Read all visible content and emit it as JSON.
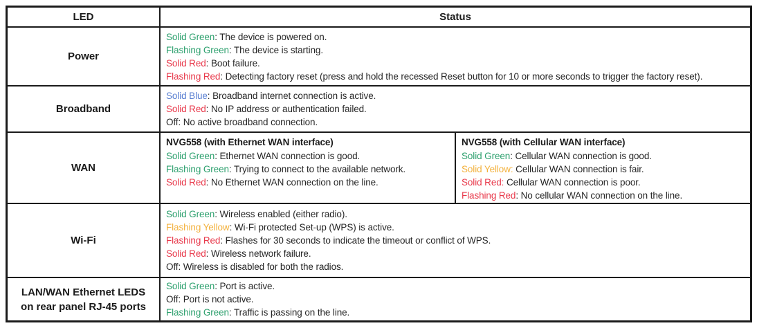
{
  "header": {
    "led": "LED",
    "status": "Status"
  },
  "colors": {
    "green": "#2da06e",
    "red": "#e8394b",
    "blue": "#597fd1",
    "yellow": "#f3b13c",
    "text": "#262626",
    "border": "#1a1a1a"
  },
  "rows": {
    "power": {
      "led": "Power",
      "lines": [
        {
          "label": "Solid Green",
          "rest": ": The device is powered on.",
          "color": "#2da06e"
        },
        {
          "label": "Flashing Green",
          "rest": ": The device is starting.",
          "color": "#2da06e"
        },
        {
          "label": "Solid Red",
          "rest": ": Boot failure.",
          "color": "#e8394b"
        },
        {
          "label": "Flashing Red",
          "rest": ": Detecting factory reset (press and hold the recessed Reset button for 10 or more seconds to trigger the factory reset).",
          "color": "#e8394b"
        }
      ]
    },
    "broadband": {
      "led": "Broadband",
      "lines": [
        {
          "label": "Solid Blue",
          "rest": ": Broadband internet connection is active.",
          "color": "#597fd1"
        },
        {
          "label": "Solid Red",
          "rest": ": No IP address or authentication failed.",
          "color": "#e8394b"
        },
        {
          "label": "Off",
          "rest": ": No active broadband connection.",
          "color": "#262626"
        }
      ]
    },
    "wan": {
      "led": "WAN",
      "ethernet": {
        "title": "NVG558 (with Ethernet WAN interface)",
        "lines": [
          {
            "label": "Solid Green",
            "rest": ": Ethernet WAN connection is good.",
            "color": "#2da06e"
          },
          {
            "label": "Flashing Green",
            "rest": ": Trying to connect to the available network.",
            "color": "#2da06e"
          },
          {
            "label": "Solid Red",
            "rest": ": No Ethernet WAN connection on the line.",
            "color": "#e8394b"
          }
        ]
      },
      "cellular": {
        "title": "NVG558 (with Cellular WAN interface)",
        "lines": [
          {
            "label": "Solid Green",
            "rest": ": Cellular WAN connection is good.",
            "color": "#2da06e"
          },
          {
            "label": "Solid Yellow:",
            "rest": " Cellular WAN connection is fair.",
            "color": "#f3b13c"
          },
          {
            "label": "Solid Red:",
            "rest": " Cellular WAN connection is poor.",
            "color": "#e8394b"
          },
          {
            "label": "Flashing Red",
            "rest": ": No cellular WAN connection on the line.",
            "color": "#e8394b"
          }
        ]
      }
    },
    "wifi": {
      "led": "Wi-Fi",
      "lines": [
        {
          "label": "Solid Green",
          "rest": ": Wireless enabled (either radio).",
          "color": "#2da06e"
        },
        {
          "label": "Flashing Yellow",
          "rest": ": Wi-Fi protected Set-up (WPS) is active.",
          "color": "#f3b13c"
        },
        {
          "label": "Flashing Red",
          "rest": ": Flashes for 30 seconds to indicate the timeout or conflict of WPS.",
          "color": "#e8394b"
        },
        {
          "label": "Solid Red",
          "rest": ": Wireless network failure.",
          "color": "#e8394b"
        },
        {
          "label": "Off",
          "rest": ": Wireless is disabled for both the radios.",
          "color": "#262626"
        }
      ]
    },
    "lan": {
      "led_line1": "LAN/WAN Ethernet LEDS",
      "led_line2": "on rear panel RJ-45 ports",
      "lines": [
        {
          "label": "Solid Green",
          "rest": ": Port is active.",
          "color": "#2da06e"
        },
        {
          "label": "Off",
          "rest": ": Port is not active.",
          "color": "#262626"
        },
        {
          "label": "Flashing Green",
          "rest": ": Traffic is passing on the line.",
          "color": "#2da06e"
        }
      ]
    }
  }
}
